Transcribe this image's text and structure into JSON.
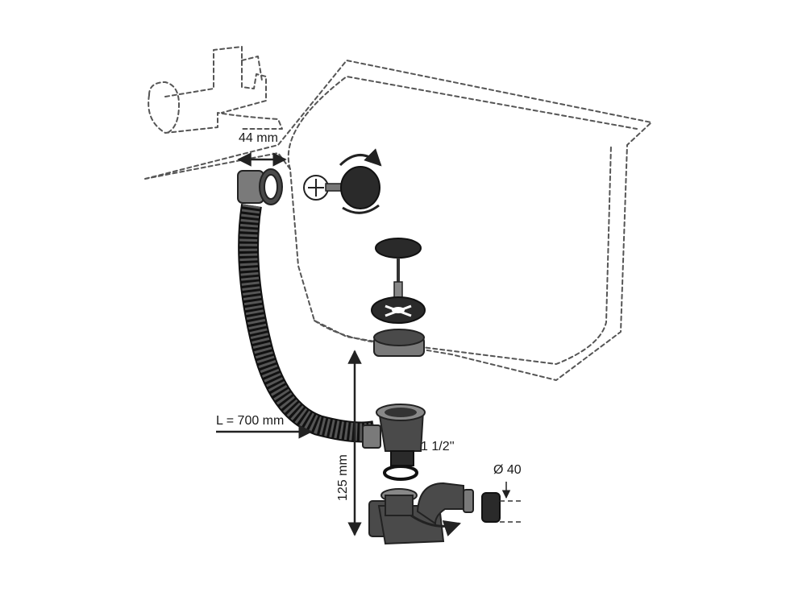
{
  "labels": {
    "hose_diameter": "44 mm",
    "hose_length": "L = 700 mm",
    "drain_thread": "1 1/2''",
    "trap_height": "125 mm",
    "outlet_diameter": "Ø 40"
  }
}
